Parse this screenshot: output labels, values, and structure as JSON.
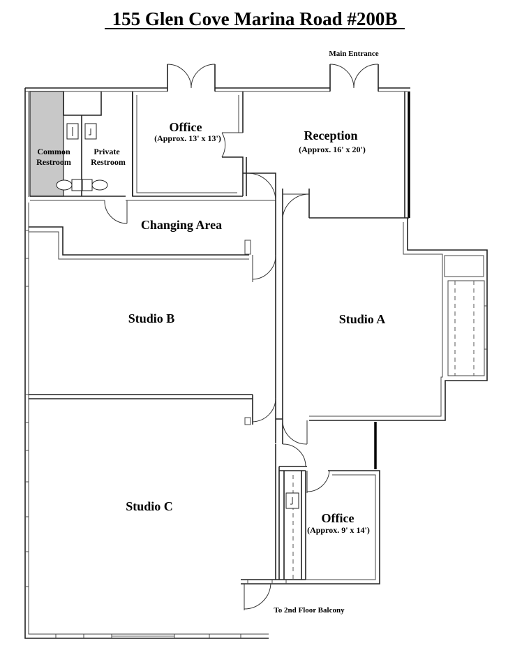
{
  "title": "155 Glen Cove Marina Road #200B",
  "rooms": {
    "office_top": {
      "name": "Office",
      "dims": "(Approx. 13' x 13')"
    },
    "reception": {
      "name": "Reception",
      "dims": "(Approx. 16' x 20')"
    },
    "common_restroom": {
      "line1": "Common",
      "line2": "Restroom"
    },
    "private_restroom": {
      "line1": "Private",
      "line2": "Restroom"
    },
    "changing_area": {
      "name": "Changing Area"
    },
    "studio_a": {
      "name": "Studio A"
    },
    "studio_b": {
      "name": "Studio B"
    },
    "studio_c": {
      "name": "Studio C"
    },
    "office_bottom": {
      "name": "Office",
      "dims": "(Approx. 9' x 14')"
    }
  },
  "labels": {
    "main_entrance": "Main Entrance",
    "balcony": "To 2nd Floor Balcony"
  },
  "colors": {
    "restroom_fill": "#c8c8c8",
    "wall": "#222222"
  }
}
